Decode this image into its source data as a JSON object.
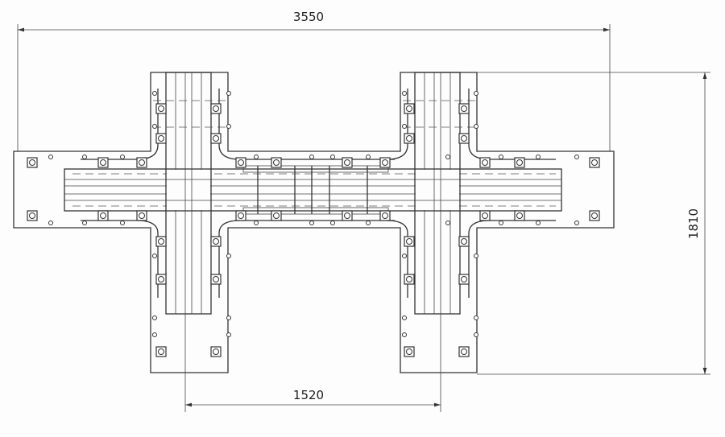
{
  "drawing": {
    "dimensions": {
      "overall_width": "3550",
      "overall_height": "1810",
      "track_spacing": "1520"
    },
    "colors": {
      "line": "#333333",
      "background": "#fdfdfd"
    }
  }
}
